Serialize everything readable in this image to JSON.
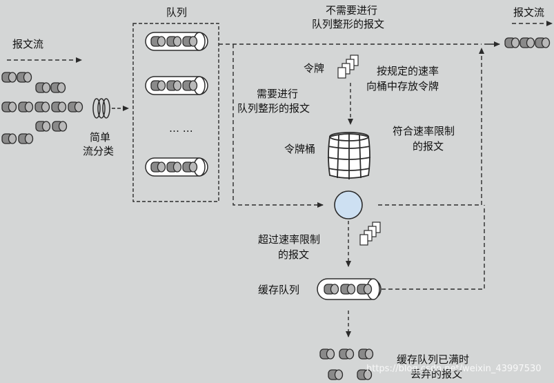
{
  "labels": {
    "input_flow": "报文流",
    "classify_1": "简单",
    "classify_2": "流分类",
    "queues": "队列",
    "ellipsis": "…  …",
    "no_shaping_1": "不需要进行",
    "no_shaping_2": "队列整形的报文",
    "output_flow": "报文流",
    "token": "令牌",
    "rate_1": "按规定的速率",
    "rate_2": "向桶中存放令牌",
    "need_shaping_1": "需要进行",
    "need_shaping_2": "队列整形的报文",
    "bucket": "令牌桶",
    "conform_1": "符合速率限制",
    "conform_2": "的报文",
    "exceed_1": "超过速率限制",
    "exceed_2": "的报文",
    "buffer_queue": "缓存队列",
    "discard_1": "缓存队列已满时",
    "discard_2": "丢弃的报文"
  },
  "watermark": "https://blog.csdn.net/weixin_43997530",
  "colors": {
    "background": "#d4d6d6",
    "line": "#2b2b2b",
    "packet": "#8a8a8a",
    "circle": "#cde0f2"
  }
}
